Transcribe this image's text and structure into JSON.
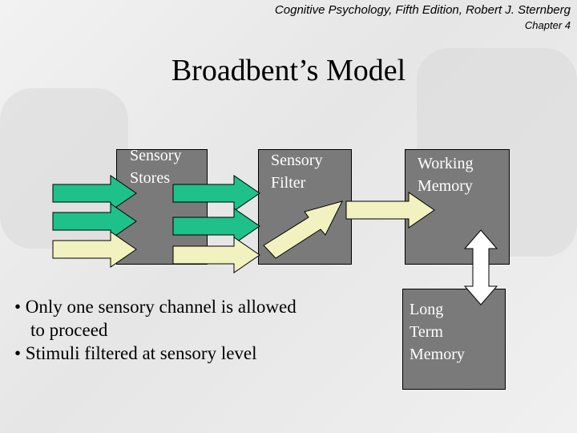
{
  "header": {
    "source_line": "Cognitive Psychology, Fifth Edition, Robert J. Sternberg",
    "chapter_line": "Chapter 4"
  },
  "title": "Broadbent’s Model",
  "diagram": {
    "sensory_stores": "Sensory\nStores",
    "sensory_filter": "Sensory\nFilter",
    "working_memory": "Working\nMemory",
    "long_term_memory": "Long\nTerm\nMemory"
  },
  "bullets": [
    {
      "line1": "• Only one sensory channel is allowed",
      "line2": "to proceed"
    },
    {
      "line1": "• Stimuli filtered at sensory level"
    }
  ],
  "colors": {
    "box_fill": "#7a7a7a",
    "green_arrow": "#1fc18a",
    "yellow_arrow": "#f2f2c0"
  }
}
